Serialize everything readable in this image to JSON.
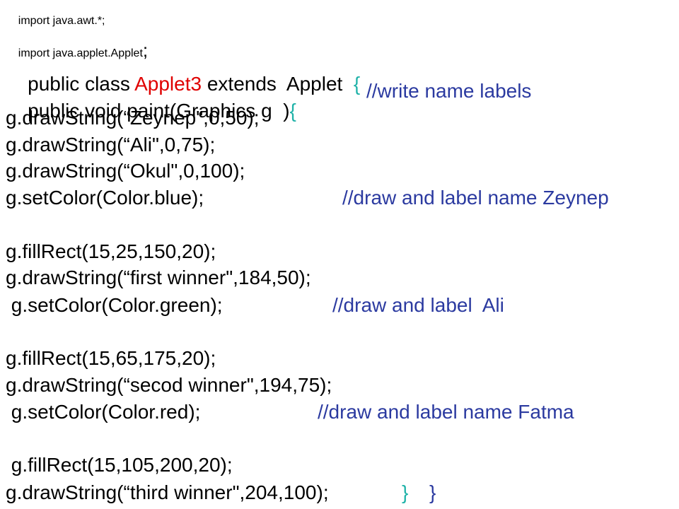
{
  "lines": [
    {
      "code": "import java.awt.*;"
    },
    {
      "code": "import java.applet.Applet",
      "end": ";"
    },
    {
      "pre": "public class ",
      "name": "Applet3",
      "post": " extends  Applet  ",
      "brace": "{"
    },
    {
      "code": "public void paint(Graphics g  )",
      "brace": "{",
      "comment": "//write name labels"
    },
    {
      "code": "g.drawString(“Zeynep\",0,50);"
    },
    {
      "code": "g.drawString(“Ali\",0,75);"
    },
    {
      "code": "g.drawString(“Okul\",0,100);"
    },
    {
      "code": "g.setColor(Color.blue);",
      "comment": "//draw and label name Zeynep"
    },
    {
      "code": "g.fillRect(15,25,150,20);"
    },
    {
      "code": "g.drawString(“first winner\",184,50);"
    },
    {
      "code": " g.setColor(Color.green);",
      "comment": "//draw and label  Ali"
    },
    {
      "code": "g.fillRect(15,65,175,20);"
    },
    {
      "code": "g.drawString(“secod winner\",194,75);"
    },
    {
      "code": " g.setColor(Color.red);",
      "comment": "//draw and label name Fatma"
    },
    {
      "code": " g.fillRect(15,105,200,20);"
    },
    {
      "code": "g.drawString(“third winner\",204,100);",
      "brace1": "}",
      "brace2": "}"
    }
  ],
  "colors": {
    "text": "#000000",
    "class_name": "#e00000",
    "brace": "#1fb2a8",
    "comment": "#2b3aa0"
  }
}
